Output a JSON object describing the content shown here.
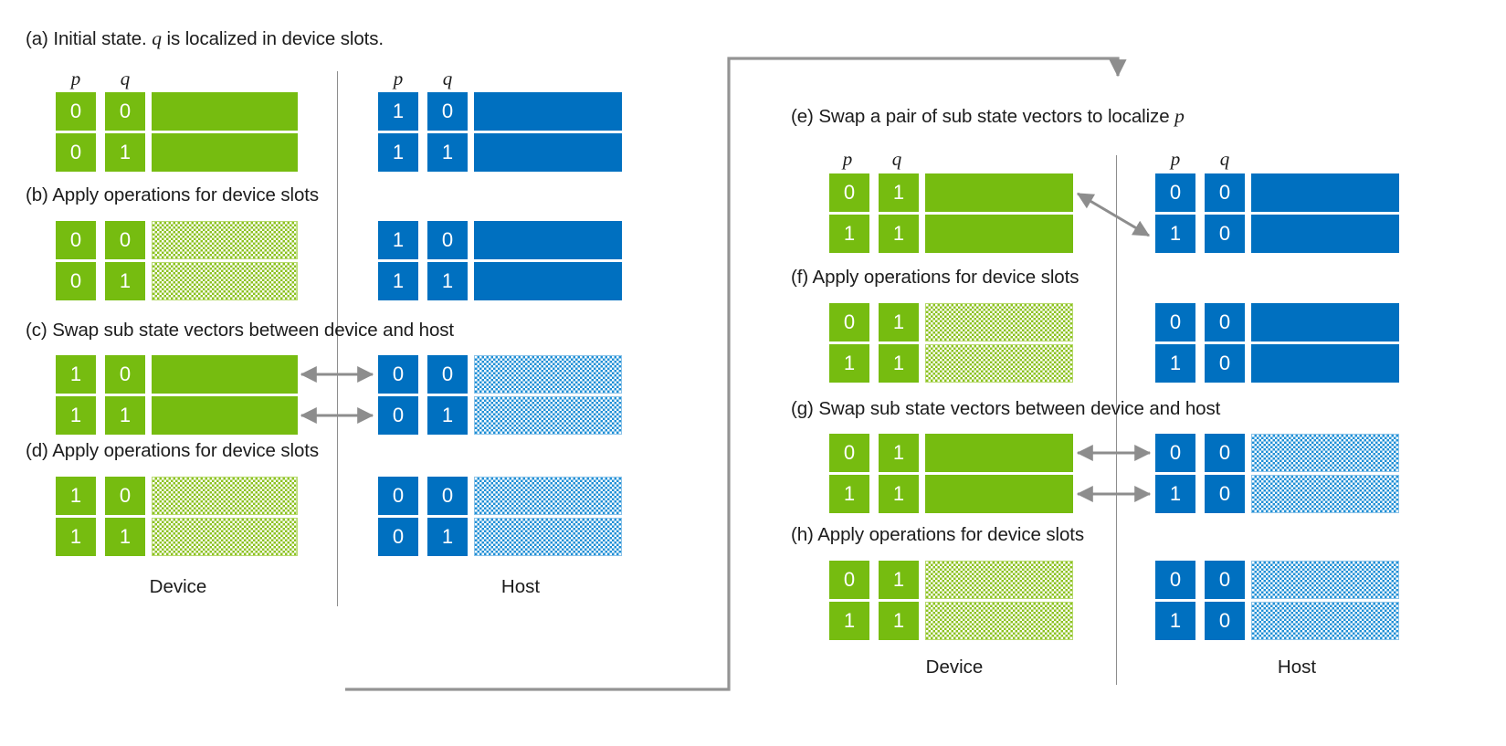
{
  "meta": {
    "colors": {
      "device_green": "#76bc10",
      "host_blue": "#0070c0",
      "green_hatch": "#8cc220",
      "blue_hatch": "#1f8fd6",
      "arrow_gray": "#8d8d8d",
      "divider_gray": "#8d8d8d",
      "text": "#1c1c1c",
      "cell_text": "#ffffff"
    }
  },
  "labels": {
    "p": "p",
    "q": "q",
    "device": "Device",
    "host": "Host"
  },
  "steps": [
    {
      "id": "a",
      "caption_prefix": "(a) Initial state. ",
      "caption_italic": "q",
      "caption_suffix": " is localized in device slots.",
      "caption_plain": "(a) Initial state. q is localized in device slots.",
      "show_pq_headers": true,
      "device": {
        "rows": [
          {
            "p": "0",
            "q": "0",
            "bar": "solid"
          },
          {
            "p": "0",
            "q": "1",
            "bar": "solid"
          }
        ]
      },
      "host": {
        "rows": [
          {
            "p": "1",
            "q": "0",
            "bar": "solid"
          },
          {
            "p": "1",
            "q": "1",
            "bar": "solid"
          }
        ]
      },
      "arrows": "none"
    },
    {
      "id": "b",
      "caption_plain": "(b) Apply operations for device slots",
      "show_pq_headers": false,
      "device": {
        "rows": [
          {
            "p": "0",
            "q": "0",
            "bar": "hatch"
          },
          {
            "p": "0",
            "q": "1",
            "bar": "hatch"
          }
        ]
      },
      "host": {
        "rows": [
          {
            "p": "1",
            "q": "0",
            "bar": "solid"
          },
          {
            "p": "1",
            "q": "1",
            "bar": "solid"
          }
        ]
      },
      "arrows": "none"
    },
    {
      "id": "c",
      "caption_plain": "(c) Swap sub state vectors between device and host",
      "show_pq_headers": false,
      "device": {
        "rows": [
          {
            "p": "1",
            "q": "0",
            "bar": "solid"
          },
          {
            "p": "1",
            "q": "1",
            "bar": "solid"
          }
        ]
      },
      "host": {
        "rows": [
          {
            "p": "0",
            "q": "0",
            "bar": "hatch"
          },
          {
            "p": "0",
            "q": "1",
            "bar": "hatch"
          }
        ]
      },
      "arrows": "horizontal-double-pair"
    },
    {
      "id": "d",
      "caption_plain": "(d) Apply operations for device slots",
      "show_pq_headers": false,
      "device": {
        "rows": [
          {
            "p": "1",
            "q": "0",
            "bar": "hatch"
          },
          {
            "p": "1",
            "q": "1",
            "bar": "hatch"
          }
        ]
      },
      "host": {
        "rows": [
          {
            "p": "0",
            "q": "0",
            "bar": "hatch"
          },
          {
            "p": "0",
            "q": "1",
            "bar": "hatch"
          }
        ]
      },
      "arrows": "none"
    },
    {
      "id": "e",
      "caption_prefix": "(e) Swap a pair of sub state vectors to localize ",
      "caption_italic": "p",
      "caption_suffix": "",
      "caption_plain": "(e) Swap a pair of sub state vectors to localize p",
      "show_pq_headers": true,
      "device": {
        "rows": [
          {
            "p": "0",
            "q": "1",
            "bar": "solid"
          },
          {
            "p": "1",
            "q": "1",
            "bar": "solid"
          }
        ]
      },
      "host": {
        "rows": [
          {
            "p": "0",
            "q": "0",
            "bar": "solid"
          },
          {
            "p": "1",
            "q": "0",
            "bar": "solid"
          }
        ]
      },
      "arrows": "diagonal-double"
    },
    {
      "id": "f",
      "caption_plain": "(f) Apply operations for device slots",
      "show_pq_headers": false,
      "device": {
        "rows": [
          {
            "p": "0",
            "q": "1",
            "bar": "hatch"
          },
          {
            "p": "1",
            "q": "1",
            "bar": "hatch"
          }
        ]
      },
      "host": {
        "rows": [
          {
            "p": "0",
            "q": "0",
            "bar": "solid"
          },
          {
            "p": "1",
            "q": "0",
            "bar": "solid"
          }
        ]
      },
      "arrows": "none"
    },
    {
      "id": "g",
      "caption_plain": "(g) Swap sub state vectors between device and host",
      "show_pq_headers": false,
      "device": {
        "rows": [
          {
            "p": "0",
            "q": "1",
            "bar": "solid"
          },
          {
            "p": "1",
            "q": "1",
            "bar": "solid"
          }
        ]
      },
      "host": {
        "rows": [
          {
            "p": "0",
            "q": "0",
            "bar": "hatch"
          },
          {
            "p": "1",
            "q": "0",
            "bar": "hatch"
          }
        ]
      },
      "arrows": "horizontal-double-pair"
    },
    {
      "id": "h",
      "caption_plain": "(h) Apply operations for device slots",
      "show_pq_headers": false,
      "device": {
        "rows": [
          {
            "p": "0",
            "q": "1",
            "bar": "hatch"
          },
          {
            "p": "1",
            "q": "1",
            "bar": "hatch"
          }
        ]
      },
      "host": {
        "rows": [
          {
            "p": "0",
            "q": "0",
            "bar": "hatch"
          },
          {
            "p": "1",
            "q": "0",
            "bar": "hatch"
          }
        ]
      },
      "arrows": "none"
    }
  ],
  "flow": {
    "description": "loop-back connector from panel (d) bottom to panel (e) top",
    "arrowhead": "down-arrow-icon"
  }
}
